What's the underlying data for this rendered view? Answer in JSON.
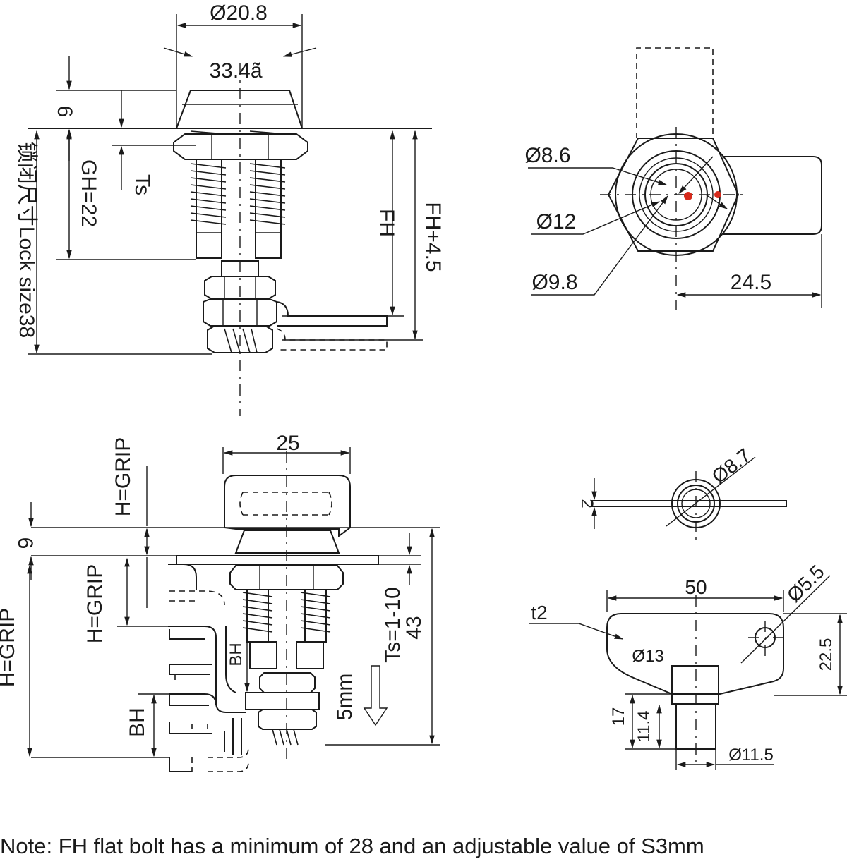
{
  "top_left_view": {
    "dia_top": "Ø20.8",
    "angle": "33.4ã",
    "dim_6": "6",
    "gh": "GH=22",
    "ts": "Ts",
    "lock_size": "锁闭尺寸Lock size38",
    "fh": "FH",
    "fh_plus": "FH+4.5"
  },
  "top_right_view": {
    "dia_86": "Ø8.6",
    "dia_12": "Ø12",
    "dia_98": "Ø9.8",
    "width_245": "24.5"
  },
  "bottom_left_view": {
    "width_25": "25",
    "h_grip_a": "H=GRIP",
    "dim_6": "6",
    "h_grip_b": "H=GRIP",
    "h_grip_c": "H=GRIP",
    "bh_a": "BH",
    "bh_b": "BH",
    "ts_range": "Ts=1-10",
    "dim_43": "43",
    "travel": "5mm"
  },
  "washer_view": {
    "dia_87": "Ø8.7",
    "thickness": "2"
  },
  "cam_view": {
    "length_50": "50",
    "hole_dia": "Ø5.5",
    "thickness": "t2",
    "width_225": "22.5",
    "boss_dia": "Ø13",
    "height_17": "17",
    "height_114": "11.4",
    "shaft_dia": "Ø11.5"
  },
  "accent_color": "#d62a1c",
  "note": "Note: FH flat bolt has a minimum of 28 and an adjustable value of S3mm"
}
